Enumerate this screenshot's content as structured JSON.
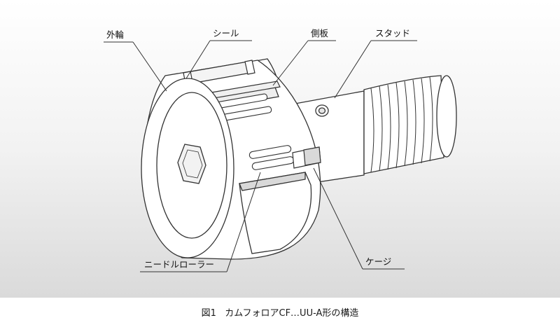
{
  "labels": {
    "outer_ring": "外輪",
    "seal": "シール",
    "side_plate": "側板",
    "stud": "スタッド",
    "needle_roller": "ニードルローラー",
    "cage": "ケージ"
  },
  "caption": {
    "figure": "図1",
    "title": "カムフォロアCF…UU-A形の構造"
  },
  "colors": {
    "line": "#333333",
    "fill": "#ffffff",
    "shade": "#d9d9d9",
    "background_top": "#ffffff",
    "background_bottom": "#dadada"
  }
}
